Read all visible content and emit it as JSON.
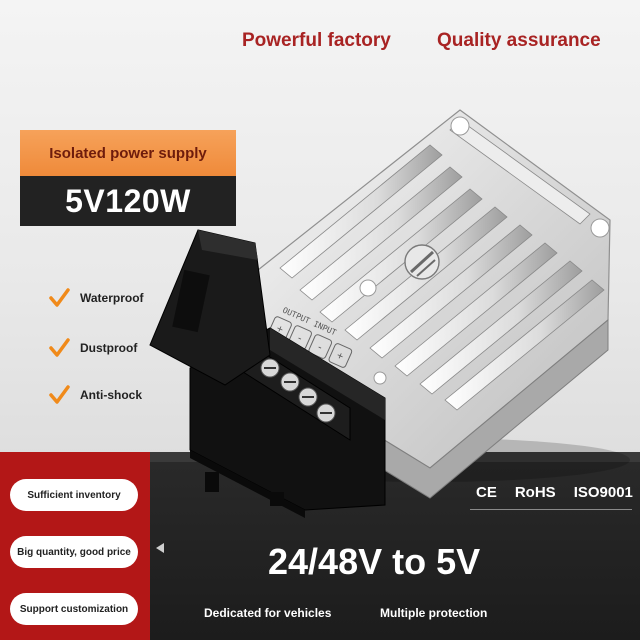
{
  "header": {
    "tagline_left": "Powerful factory",
    "tagline_right": "Quality assurance"
  },
  "badge": {
    "caption": "Isolated power supply",
    "rating": "5V120W"
  },
  "features": [
    {
      "label": "Waterproof"
    },
    {
      "label": "Dustproof"
    },
    {
      "label": "Anti-shock"
    }
  ],
  "services": [
    {
      "label": "Sufficient inventory"
    },
    {
      "label": "Big quantity, good price"
    },
    {
      "label": "Support customization"
    }
  ],
  "certifications": [
    "CE",
    "RoHS",
    "ISO9001"
  ],
  "product": {
    "title": "24/48V to 5V",
    "highlights": [
      "Dedicated for vehicles",
      "Multiple protection"
    ],
    "terminal_labels": {
      "output": "OUTPUT",
      "input": "INPUT"
    },
    "terminal_signs": [
      "+",
      "-",
      "-",
      "+"
    ]
  },
  "colors": {
    "brand_red": "#b31717",
    "headline_red": "#a82323",
    "badge_orange": "#ef8a3a",
    "check_orange": "#f08a1a",
    "dark_panel": "#1f1f1f"
  }
}
